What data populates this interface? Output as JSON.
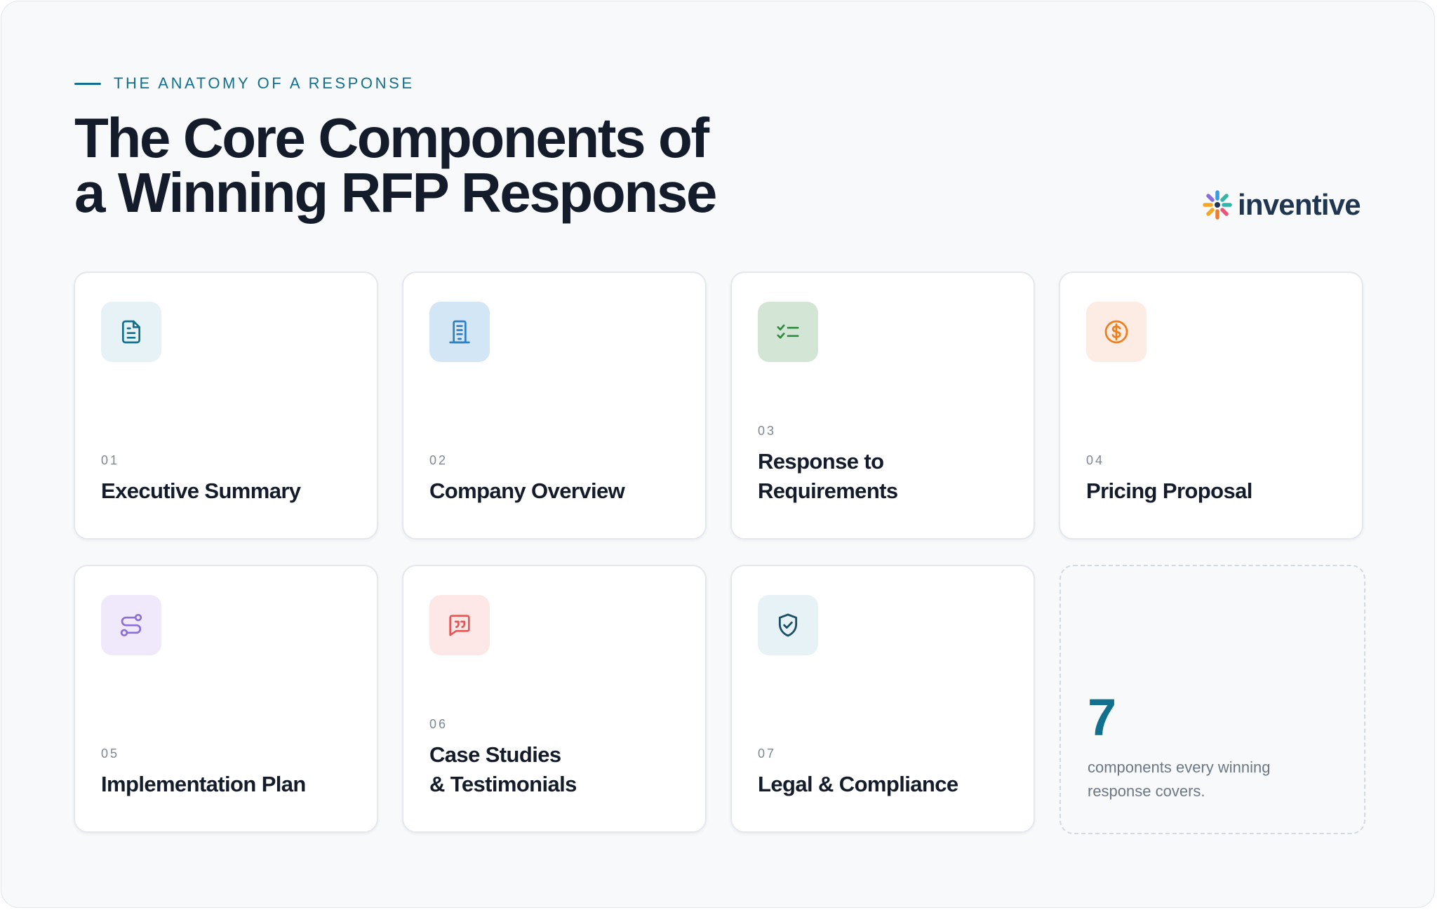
{
  "header": {
    "eyebrow": "THE ANATOMY OF A RESPONSE",
    "title_line1": "The Core Components of",
    "title_line2": "a Winning RFP Response"
  },
  "brand": {
    "name": "inventive",
    "accent_color": "#12708f",
    "mark_colors": [
      "#f5a623",
      "#e8567a",
      "#8b6fd6",
      "#3b9be0",
      "#2fb6a8",
      "#f07b2b"
    ]
  },
  "components": [
    {
      "number": "01",
      "label_line1": "Executive Summary",
      "label_line2": "",
      "icon": "document-icon",
      "tile_color": "#e6f2f5",
      "icon_color": "#12708f"
    },
    {
      "number": "02",
      "label_line1": "Company Overview",
      "label_line2": "",
      "icon": "building-icon",
      "tile_color": "#d3e6f5",
      "icon_color": "#2f7fc0"
    },
    {
      "number": "03",
      "label_line1": "Response to",
      "label_line2": "Requirements",
      "icon": "checklist-icon",
      "tile_color": "#d3e6d6",
      "icon_color": "#2f8a3c"
    },
    {
      "number": "04",
      "label_line1": "Pricing Proposal",
      "label_line2": "",
      "icon": "dollar-coin-icon",
      "tile_color": "#fdece4",
      "icon_color": "#ef7d1a"
    },
    {
      "number": "05",
      "label_line1": "Implementation Plan",
      "label_line2": "",
      "icon": "route-icon",
      "tile_color": "#efe9fb",
      "icon_color": "#8b6fd6"
    },
    {
      "number": "06",
      "label_line1": "Case Studies",
      "label_line2": "& Testimonials",
      "icon": "quote-bubble-icon",
      "tile_color": "#fde8e7",
      "icon_color": "#e45757"
    },
    {
      "number": "07",
      "label_line1": "Legal & Compliance",
      "label_line2": "",
      "icon": "shield-check-icon",
      "tile_color": "#e6f2f5",
      "icon_color": "#1b4f66"
    }
  ],
  "stat": {
    "value": "7",
    "caption_line1": "components every winning",
    "caption_line2": "response covers."
  }
}
